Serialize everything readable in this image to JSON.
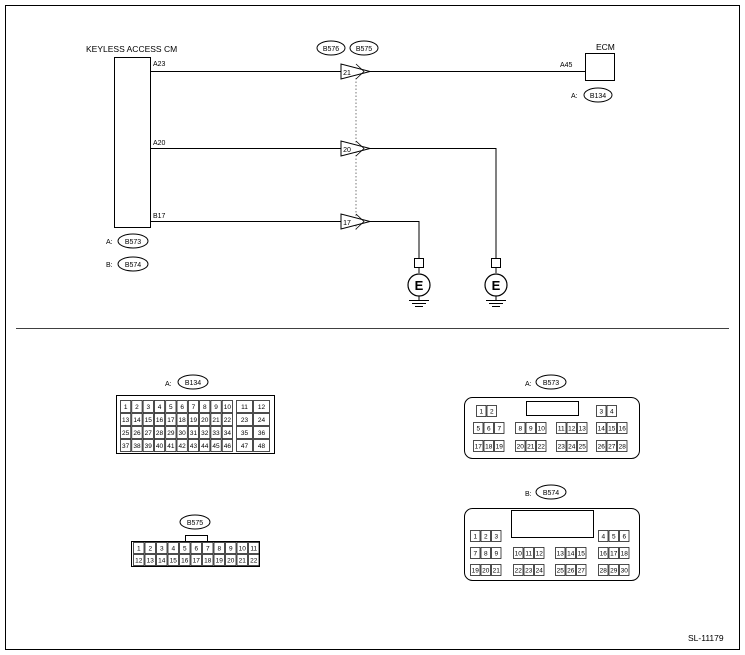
{
  "keyless": {
    "title": "KEYLESS ACCESS CM",
    "pin_a23": "A23",
    "pin_a20": "A20",
    "pin_b17": "B17"
  },
  "connector_labels": {
    "keyless_a_prefix": "A:",
    "keyless_a": "B573",
    "keyless_b_prefix": "B:",
    "keyless_b": "B574",
    "joint_left": "B576",
    "joint_right": "B575",
    "ecm_prefix": "A:",
    "ecm_a": "B134"
  },
  "ecm": {
    "title": "ECM",
    "pin": "A45"
  },
  "joints": [
    "21",
    "20",
    "17"
  ],
  "grounds": [
    "E",
    "E"
  ],
  "connectors": {
    "b134": {
      "prefix": "A:",
      "id": "B134",
      "rows": [
        [
          "1",
          "2",
          "3",
          "4",
          "5",
          "6",
          "7",
          "8",
          "9",
          "10"
        ],
        [
          "13",
          "14",
          "15",
          "16",
          "17",
          "18",
          "19",
          "20",
          "21",
          "22"
        ],
        [
          "25",
          "26",
          "27",
          "28",
          "29",
          "30",
          "31",
          "32",
          "33",
          "34"
        ],
        [
          "37",
          "38",
          "39",
          "40",
          "41",
          "42",
          "43",
          "44",
          "45",
          "46"
        ]
      ],
      "side": [
        [
          "11",
          "12"
        ],
        [
          "23",
          "24"
        ],
        [
          "35",
          "36"
        ],
        [
          "47",
          "48"
        ]
      ]
    },
    "b575": {
      "id": "B575",
      "rows": [
        [
          "1",
          "2",
          "3",
          "4",
          "5",
          "6",
          "7",
          "8",
          "9",
          "10",
          "11"
        ],
        [
          "12",
          "13",
          "14",
          "15",
          "16",
          "17",
          "18",
          "19",
          "20",
          "21",
          "22"
        ]
      ]
    },
    "b573": {
      "prefix": "A:",
      "id": "B573",
      "top": [
        [
          "1",
          "2"
        ],
        [
          "3",
          "4"
        ]
      ],
      "mid": [
        [
          "5",
          "6",
          "7"
        ],
        [
          "8",
          "9",
          "10"
        ],
        [
          "11",
          "12",
          "13"
        ],
        [
          "14",
          "15",
          "16"
        ]
      ],
      "bot": [
        [
          "17",
          "18",
          "19"
        ],
        [
          "20",
          "21",
          "22"
        ],
        [
          "23",
          "24",
          "25"
        ],
        [
          "26",
          "27",
          "28"
        ]
      ]
    },
    "b574": {
      "prefix": "B:",
      "id": "B574",
      "top": [
        [
          "1",
          "2",
          "3"
        ],
        [
          "4",
          "5",
          "6"
        ]
      ],
      "mid": [
        [
          "7",
          "8",
          "9"
        ],
        [
          "10",
          "11",
          "12"
        ],
        [
          "13",
          "14",
          "15"
        ],
        [
          "16",
          "17",
          "18"
        ]
      ],
      "bot": [
        [
          "19",
          "20",
          "21"
        ],
        [
          "22",
          "23",
          "24"
        ],
        [
          "25",
          "26",
          "27"
        ],
        [
          "28",
          "29",
          "30"
        ]
      ]
    }
  },
  "figure_id": "SL-11179"
}
